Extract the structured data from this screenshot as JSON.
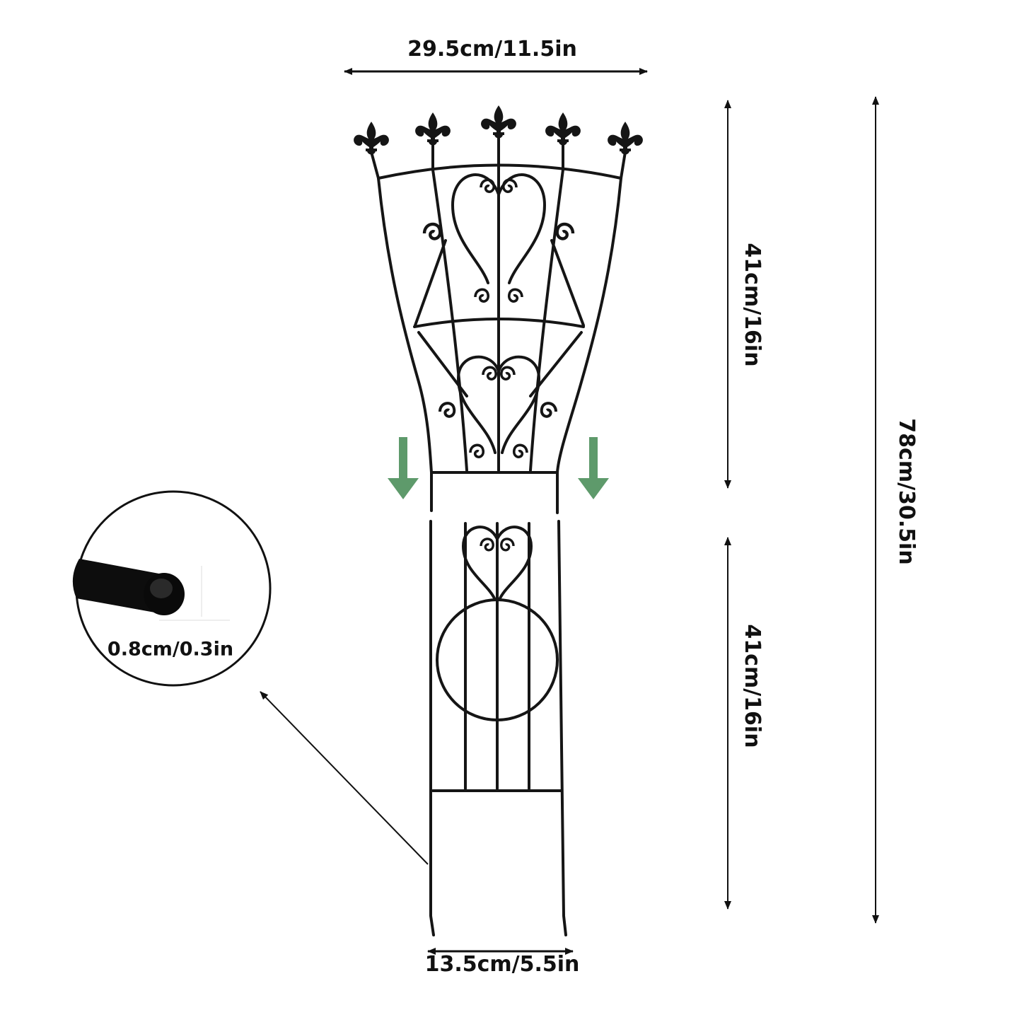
{
  "dimensions": {
    "top_width": "29.5cm/11.5in",
    "bottom_width": "13.5cm/5.5in",
    "upper_height": "41cm/16in",
    "lower_height": "41cm/16in",
    "total_height": "78cm/30.5in",
    "rod_diameter": "0.8cm/0.3in"
  },
  "colors": {
    "metal": "#151515",
    "dimension_line": "#111111",
    "assembly_arrow": "#5e9a6b"
  },
  "icons": {
    "finial": "fleur-de-lis-icon",
    "assembly": "down-arrow-icon"
  }
}
